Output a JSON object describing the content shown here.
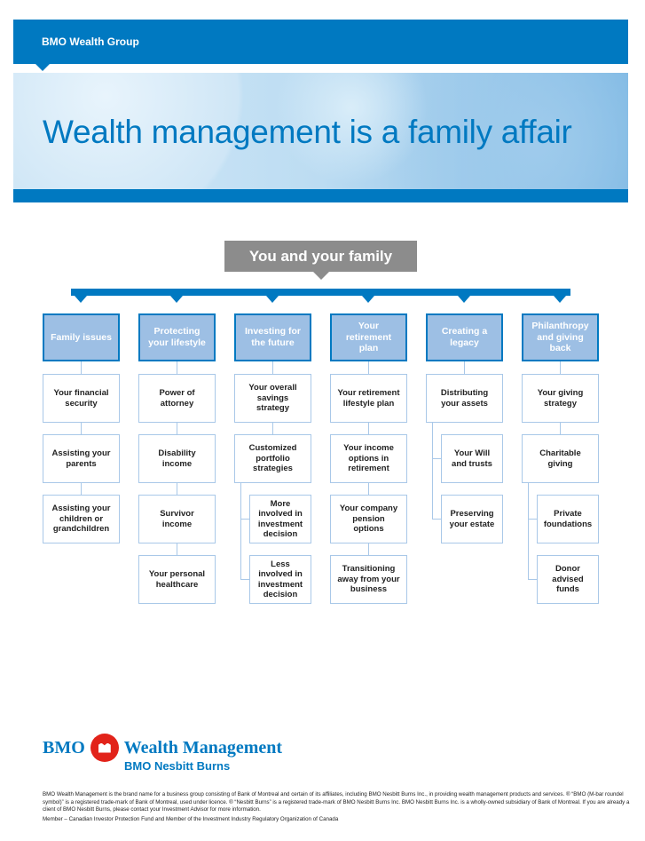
{
  "header": {
    "brand": "BMO Wealth Group",
    "title": "Wealth management is a family affair"
  },
  "root": "You and your family",
  "columns": [
    {
      "title": "Family issues",
      "items": [
        {
          "label": "Your financial security"
        },
        {
          "label": "Assisting your parents"
        },
        {
          "label": "Assisting your children or grandchildren"
        }
      ]
    },
    {
      "title": "Protecting your lifestyle",
      "items": [
        {
          "label": "Power of attorney"
        },
        {
          "label": "Disability income"
        },
        {
          "label": "Survivor income"
        },
        {
          "label": "Your personal healthcare"
        }
      ]
    },
    {
      "title": "Investing for the future",
      "items": [
        {
          "label": "Your overall savings strategy"
        },
        {
          "label": "Customized portfolio strategies"
        },
        {
          "label": "More involved in investment decision",
          "sub": true
        },
        {
          "label": "Less involved in investment decision",
          "sub": true
        }
      ]
    },
    {
      "title": "Your retirement plan",
      "items": [
        {
          "label": "Your retirement lifestyle plan"
        },
        {
          "label": "Your income options in retirement"
        },
        {
          "label": "Your company pension options"
        },
        {
          "label": "Transitioning away from your business"
        }
      ]
    },
    {
      "title": "Creating a legacy",
      "items": [
        {
          "label": "Distributing your assets"
        },
        {
          "label": "Your Will and trusts",
          "sub": true
        },
        {
          "label": "Preserving your estate",
          "sub": true
        }
      ]
    },
    {
      "title": "Philanthropy and giving back",
      "items": [
        {
          "label": "Your giving strategy"
        },
        {
          "label": "Charitable giving"
        },
        {
          "label": "Private foundations",
          "sub": true
        },
        {
          "label": "Donor advised funds",
          "sub": true
        }
      ]
    }
  ],
  "footer": {
    "logo_bmo": "BMO",
    "logo_wm": "Wealth Management",
    "logo_sub": "BMO Nesbitt Burns",
    "legal": "BMO Wealth Management is the brand name for a business group consisting of Bank of Montreal and certain of its affiliates, including BMO Nesbitt Burns Inc., in providing wealth management products and services. ® “BMO (M-bar roundel symbol)” is a registered trade-mark of Bank of Montreal, used under licence. ® “Nesbitt Burns” is a registered trade-mark of BMO Nesbitt Burns Inc. BMO Nesbitt Burns Inc. is a wholly-owned subsidiary of Bank of Montreal. If you are already a client of BMO Nesbitt Burns, please contact your Investment Advisor for more information.",
    "member": "Member – Canadian Investor Protection Fund and Member of the Investment Industry Regulatory Organization of Canada"
  },
  "colors": {
    "brand": "#0079c1",
    "header_box": "#9dbfe4",
    "connector": "#a9c8e8",
    "root": "#8c8c8c",
    "roundel": "#e2231a"
  }
}
